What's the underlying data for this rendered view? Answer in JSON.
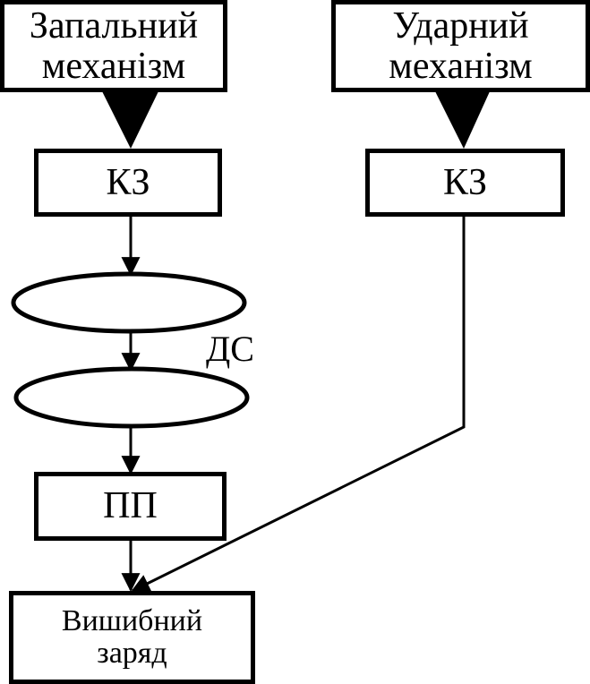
{
  "diagram": {
    "ignition_mechanism": {
      "line1": "Запальний",
      "line2": "механізм"
    },
    "impact_mechanism": {
      "line1": "Ударний",
      "line2": "механізм"
    },
    "kz_left": "КЗ",
    "kz_right": "КЗ",
    "ds_label": "ДС",
    "pp": "ПП",
    "expelling_charge": {
      "line1": "Вишибний",
      "line2": "заряд"
    }
  }
}
